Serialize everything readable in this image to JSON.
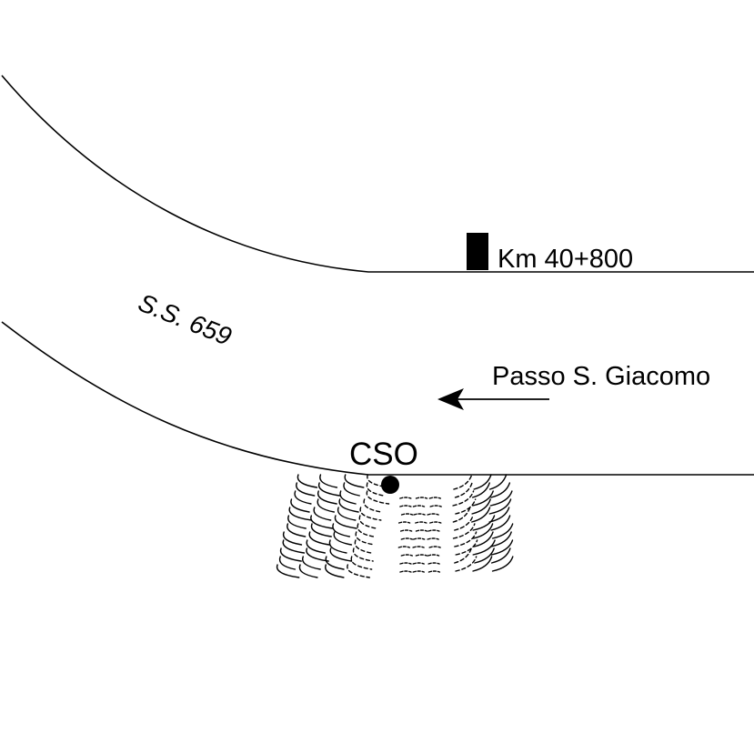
{
  "diagram": {
    "road_label": "S.S. 659",
    "km_marker_label": "Km 40+800",
    "direction_label": "Passo S. Giacomo",
    "site_label": "CSO"
  },
  "colors": {
    "stroke": "#000000",
    "background": "#ffffff"
  }
}
